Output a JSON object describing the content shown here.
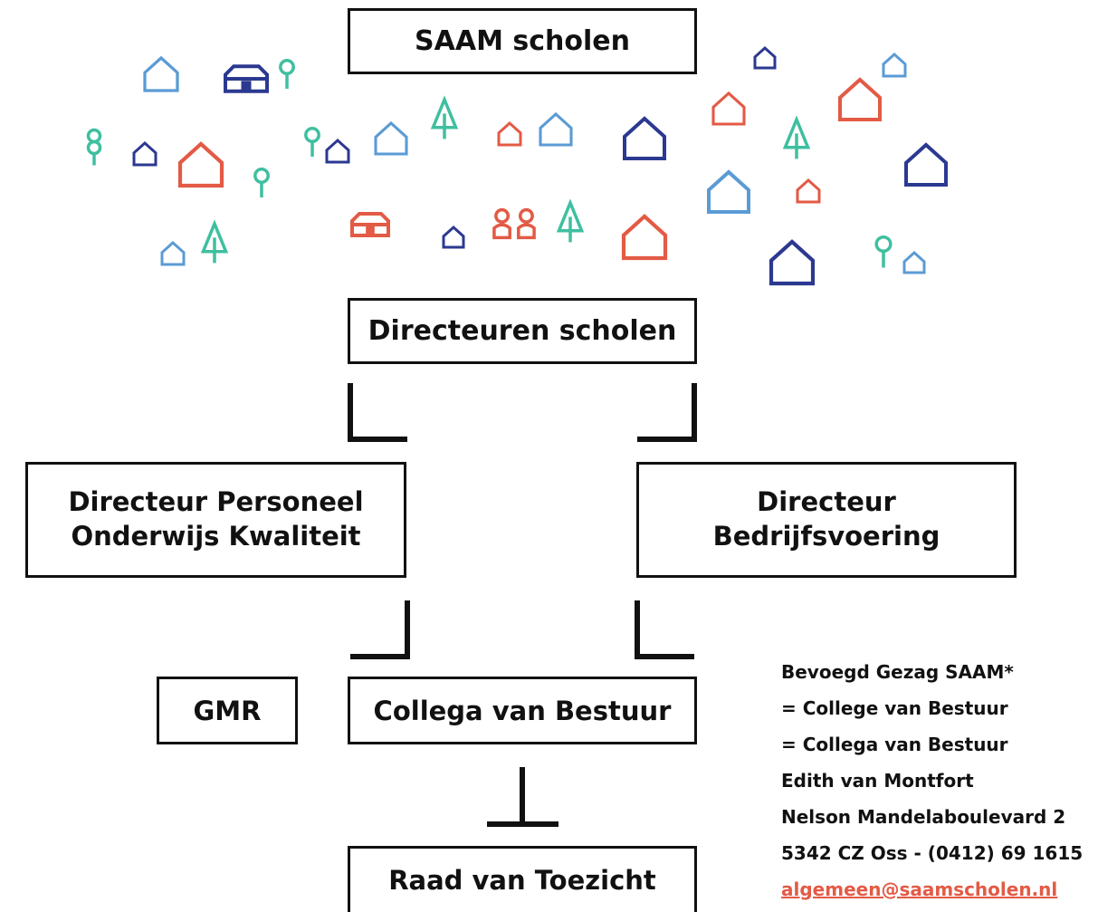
{
  "org": {
    "top": "SAAM scholen",
    "schools": "Directeuren scholen",
    "director_left": {
      "line1": "Directeur Personeel",
      "line2": "Onderwijs Kwaliteit"
    },
    "director_right": {
      "line1": "Directeur",
      "line2": "Bedrijfsvoering"
    },
    "gmr": "GMR",
    "board": "Collega van Bestuur",
    "supervisory": "Raad van Toezicht"
  },
  "info": {
    "heading": "Bevoegd Gezag SAAM*",
    "line1": "= College van Bestuur",
    "line2": "= Collega van Bestuur",
    "name": "Edith van Montfort",
    "address": "Nelson Mandelaboulevard 2",
    "city_phone": "5342 CZ Oss - (0412) 69 1615",
    "email": "algemeen@saamscholen.nl"
  },
  "colors": {
    "light_blue": "#5b9bd5",
    "navy": "#2b3990",
    "red": "#e35a45",
    "teal": "#3fbfa0",
    "ink": "#111111"
  },
  "icons": [
    {
      "kind": "house-icon",
      "color": "light_blue"
    },
    {
      "kind": "building-icon",
      "color": "navy"
    },
    {
      "kind": "pin-icon",
      "color": "teal"
    },
    {
      "kind": "house-icon",
      "color": "navy"
    },
    {
      "kind": "house-icon",
      "color": "light_blue"
    },
    {
      "kind": "double-pin-icon",
      "color": "teal"
    },
    {
      "kind": "house-icon",
      "color": "navy"
    },
    {
      "kind": "house-icon",
      "color": "red"
    },
    {
      "kind": "pin-icon",
      "color": "teal"
    },
    {
      "kind": "pin-icon",
      "color": "teal"
    },
    {
      "kind": "house-icon",
      "color": "navy"
    },
    {
      "kind": "house-icon",
      "color": "light_blue"
    },
    {
      "kind": "tree-icon",
      "color": "teal"
    },
    {
      "kind": "house-icon",
      "color": "red"
    },
    {
      "kind": "house-icon",
      "color": "light_blue"
    },
    {
      "kind": "house-icon",
      "color": "navy"
    },
    {
      "kind": "house-icon",
      "color": "light_blue"
    },
    {
      "kind": "tree-icon",
      "color": "teal"
    },
    {
      "kind": "building-icon",
      "color": "red"
    },
    {
      "kind": "house-icon",
      "color": "navy"
    },
    {
      "kind": "people-icon",
      "color": "red"
    },
    {
      "kind": "tree-icon",
      "color": "teal"
    },
    {
      "kind": "house-icon",
      "color": "red"
    },
    {
      "kind": "house-icon",
      "color": "navy"
    },
    {
      "kind": "house-icon",
      "color": "light_blue"
    },
    {
      "kind": "house-icon",
      "color": "red"
    },
    {
      "kind": "house-icon",
      "color": "red"
    },
    {
      "kind": "tree-icon",
      "color": "teal"
    },
    {
      "kind": "house-icon",
      "color": "navy"
    },
    {
      "kind": "house-icon",
      "color": "light_blue"
    },
    {
      "kind": "house-icon",
      "color": "red"
    },
    {
      "kind": "house-icon",
      "color": "navy"
    },
    {
      "kind": "pin-icon",
      "color": "teal"
    },
    {
      "kind": "house-icon",
      "color": "light_blue"
    }
  ]
}
